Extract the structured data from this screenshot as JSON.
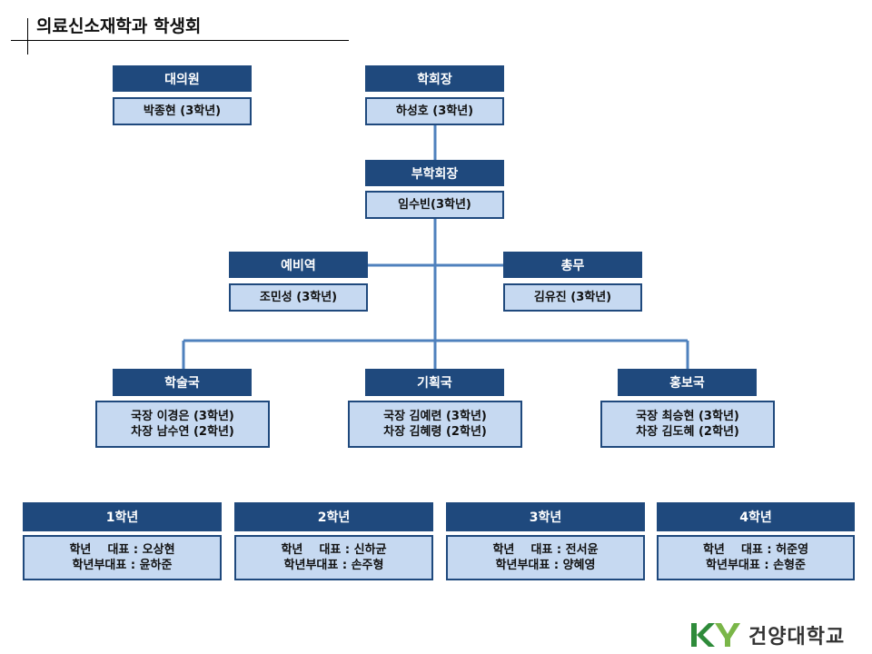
{
  "title": "의료신소재학과 학생회",
  "colors": {
    "header_bg": "#1f497d",
    "value_bg": "#c6d9f1",
    "connector": "#4f81bd",
    "logo_green": "#2e8b3a"
  },
  "nodes": {
    "council": {
      "title": "대의원",
      "lines": [
        "박종현 (3학년)"
      ]
    },
    "president": {
      "title": "학회장",
      "lines": [
        "하성호 (3학년)"
      ]
    },
    "vice": {
      "title": "부학회장",
      "lines": [
        "임수빈(3학년)"
      ]
    },
    "reserve": {
      "title": "예비역",
      "lines": [
        "조민성 (3학년)"
      ]
    },
    "general": {
      "title": "총무",
      "lines": [
        "김유진 (3학년)"
      ]
    },
    "academic": {
      "title": "학술국",
      "lines": [
        "국장 이경은 (3학년)",
        "차장 남수연 (2학년)"
      ]
    },
    "planning": {
      "title": "기획국",
      "lines": [
        "국장 김예련 (3학년)",
        "차장 김혜령 (2학년)"
      ]
    },
    "pr": {
      "title": "홍보국",
      "lines": [
        "국장 최승현 (3학년)",
        "차장 김도혜 (2학년)"
      ]
    }
  },
  "grades": [
    {
      "title": "1학년",
      "lines": [
        "학년    대표 : 오상현",
        "학년부대표 : 윤하준"
      ]
    },
    {
      "title": "2학년",
      "lines": [
        "학년    대표 : 신하균",
        "학년부대표 : 손주형"
      ]
    },
    {
      "title": "3학년",
      "lines": [
        "학년    대표 : 전서윤",
        "학년부대표 : 양혜영"
      ]
    },
    {
      "title": "4학년",
      "lines": [
        "학년    대표 : 허준영",
        "학년부대표 : 손형준"
      ]
    }
  ],
  "logo": {
    "mark": "KY",
    "name": "건양대학교"
  }
}
